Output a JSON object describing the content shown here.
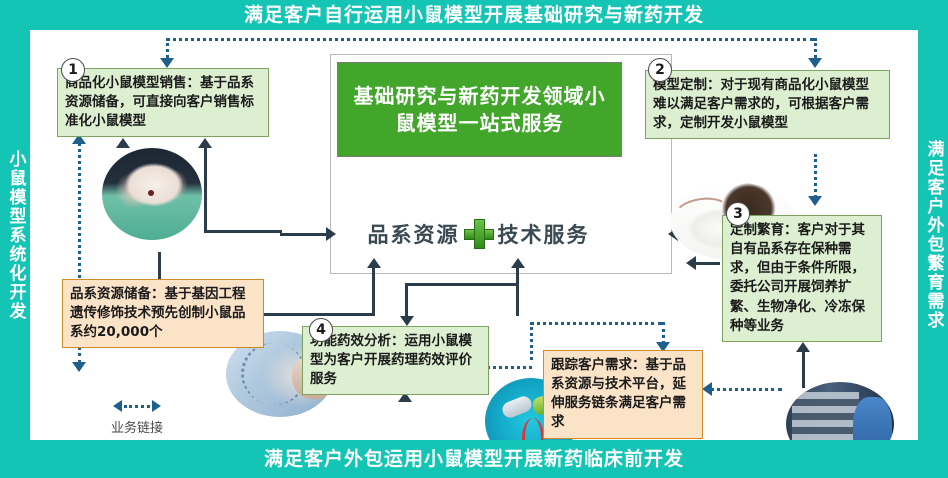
{
  "banners": {
    "top": "满足客户自行运用小鼠模型开展基础研究与新药开发",
    "bottom": "满足客户外包运用小鼠模型开展新药临床前开发"
  },
  "sidebars": {
    "left": "小鼠模型系统化开发",
    "right": "满足客户外包繁育需求"
  },
  "center": {
    "title": "基础研究与新药开发领域小鼠模型一站式服务",
    "left_term": "品系资源",
    "right_term": "技术服务",
    "plus_icon": "plus-icon"
  },
  "numbers": {
    "n1": "1",
    "n2": "2",
    "n3": "3",
    "n4": "4"
  },
  "boxes": {
    "box1": "商品化小鼠模型销售：基于品系资源储备，可直接向客户销售标准化小鼠模型",
    "box2": "模型定制：对于现有商品化小鼠模型难以满足客户需求的，可根据客户需求，定制开发小鼠模型",
    "box3": "定制繁育：客户对于其自有品系存在保种需求，但由于条件所限，委托公司开展饲养扩繁、生物净化、冷冻保种等业务",
    "stock": "品系资源储备：基于基因工程遗传修饰技术预先创制小鼠品系约20,000个",
    "box4": "功能药效分析：运用小鼠模型为客户开展药理药效评价服务",
    "track": "跟踪客户需求：基于品系资源与技术平台，延伸服务链条满足客户需求"
  },
  "legend": {
    "label": "业务链接",
    "icon": "double-dotted-arrow-icon"
  },
  "photos": {
    "mouse_single": "white-mouse-photo",
    "mouse_pair": "two-mice-photo",
    "dna_editing": "dna-gene-editing-photo",
    "pharmacology": "drug-capsule-dna-photo",
    "facility": "animal-facility-rack-photo"
  },
  "colors": {
    "teal": "#14c4b4",
    "green_title": "#41a62a",
    "green_box": "#dcefd0",
    "green_box_border": "#7ba35d",
    "peach_box": "#fbe3c8",
    "peach_box_border": "#d08a28",
    "connector": "#2b3d4a",
    "dotted_connector": "#1f5f8b"
  }
}
